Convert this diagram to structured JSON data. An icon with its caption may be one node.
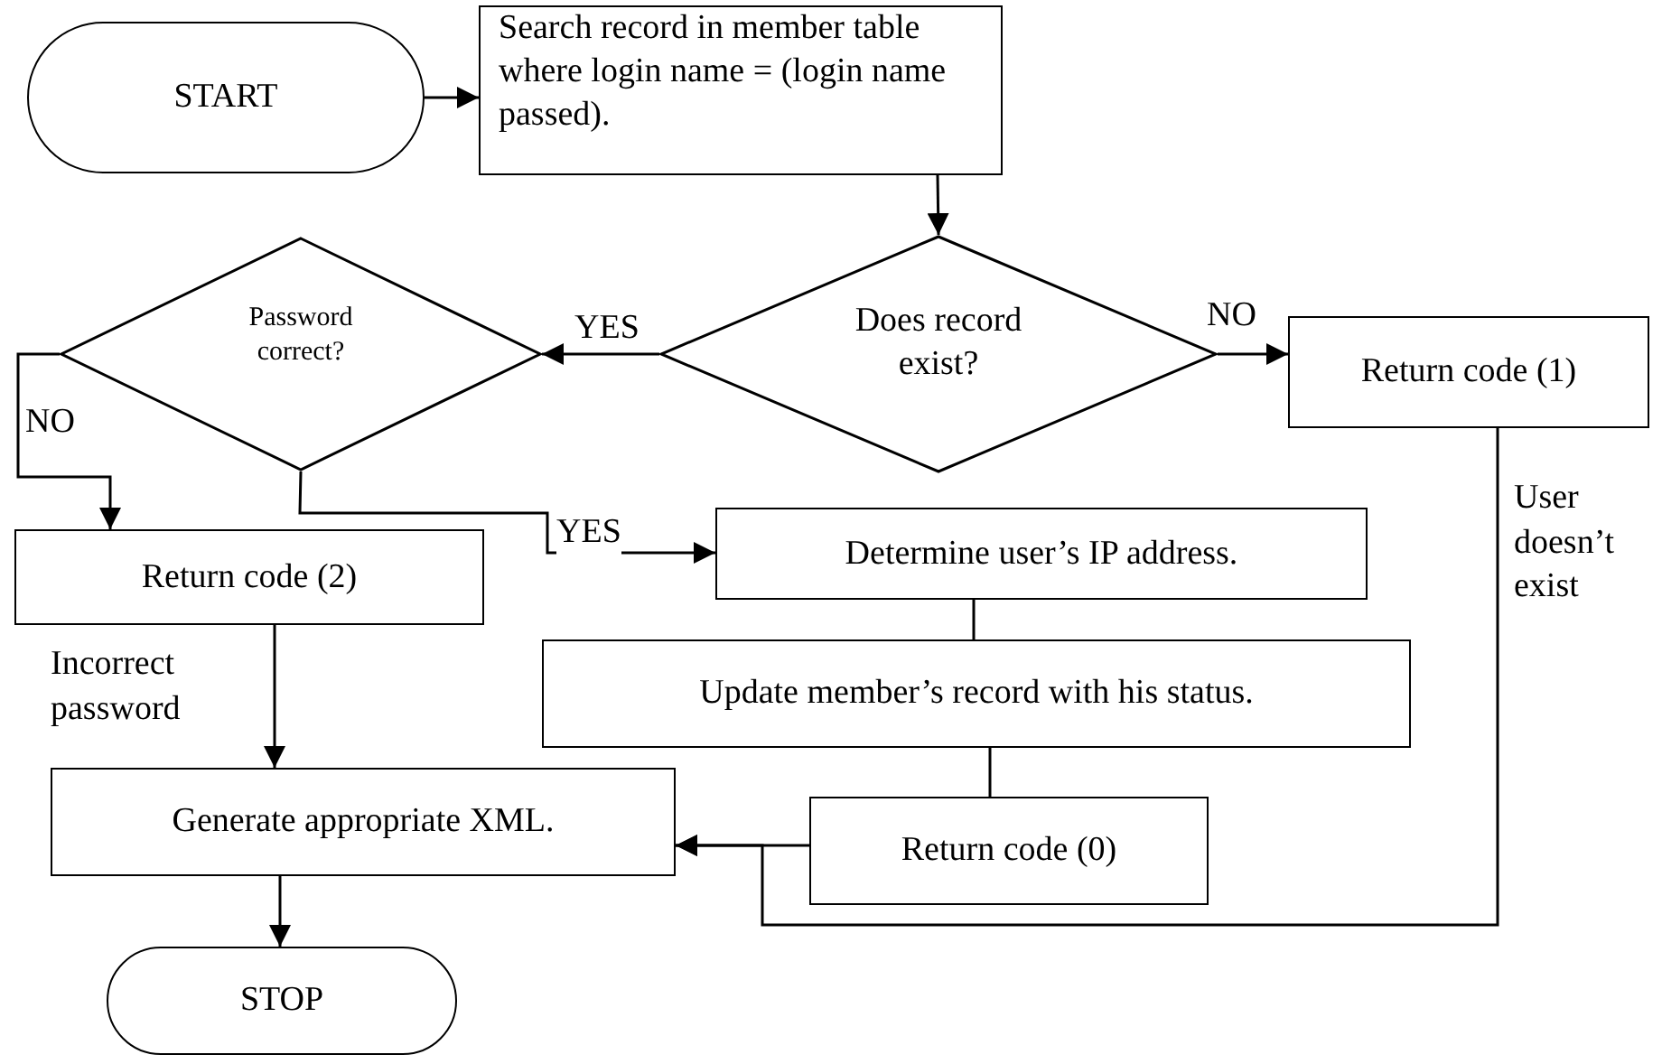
{
  "diagram": {
    "nodes": [
      {
        "text": [
          "START"
        ]
      },
      {
        "text": [
          "Search record in member table where login name = (login name passed)."
        ]
      },
      {
        "text": [
          "Password correct?"
        ]
      },
      {
        "text": [
          "Does record exist?"
        ]
      },
      {
        "text": [
          "Return code (1)"
        ]
      },
      {
        "text": [
          "Return code (2)"
        ]
      },
      {
        "text": [
          "Determine user’s IP address."
        ]
      },
      {
        "text": [
          "Update member’s record with his status."
        ]
      },
      {
        "text": [
          "Generate appropriate XML."
        ]
      },
      {
        "text": [
          "Return code (0)"
        ]
      },
      {
        "text": [
          "STOP"
        ]
      }
    ],
    "edges": [
      {
        "from": 0,
        "to": 1,
        "arrow": "to"
      },
      {
        "from": 1,
        "to": 3,
        "arrow": "to"
      },
      {
        "from": 3,
        "to": 2,
        "arrow": "to",
        "label": "YES"
      },
      {
        "from": 3,
        "to": 4,
        "arrow": "to",
        "label": "NO"
      },
      {
        "from": 2,
        "to": 5,
        "arrow": "to",
        "label": "NO"
      },
      {
        "from": 2,
        "to": 6,
        "arrow": "to",
        "label": "YES"
      },
      {
        "from": 6,
        "to": 7,
        "arrow": "none"
      },
      {
        "from": 7,
        "to": 9,
        "arrow": "none"
      },
      {
        "from": 9,
        "to": 8,
        "arrow": "to"
      },
      {
        "from": 5,
        "to": 8,
        "arrow": "to",
        "label": "Incorrect password"
      },
      {
        "from": 4,
        "to": 8,
        "arrow": "to",
        "label": "User doesn’t exist"
      },
      {
        "from": 8,
        "to": 10,
        "arrow": "to"
      }
    ]
  }
}
